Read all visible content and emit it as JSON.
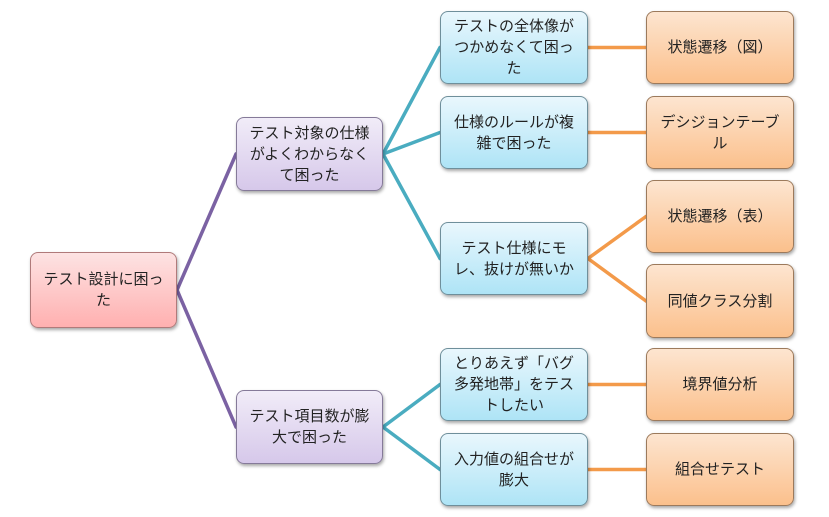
{
  "colors": {
    "root_fill": "#ffc0c0",
    "level1_fill": "#ddd0ee",
    "level2_fill": "#b8e8f8",
    "level3_fill": "#fbc896",
    "link_level1": "#7b62a3",
    "link_level2": "#4aacc0",
    "link_level3": "#f39a4a"
  },
  "tree": {
    "root": {
      "label": "テスト設計に困った"
    },
    "level1": [
      {
        "id": "m1",
        "label": "テスト対象の仕様がよくわからなくて困った"
      },
      {
        "id": "m2",
        "label": "テスト項目数が膨大で困った"
      }
    ],
    "level2": [
      {
        "id": "b1",
        "parent": "m1",
        "label": "テストの全体像がつかめなくて困った"
      },
      {
        "id": "b2",
        "parent": "m1",
        "label": "仕様のルールが複雑で困った"
      },
      {
        "id": "b3",
        "parent": "m1",
        "label": "テスト仕様にモレ、抜けが無いか"
      },
      {
        "id": "b4",
        "parent": "m2",
        "label": "とりあえず「バグ多発地帯」をテストしたい"
      },
      {
        "id": "b5",
        "parent": "m2",
        "label": "入力値の組合せが膨大"
      }
    ],
    "level3": [
      {
        "id": "o1",
        "parent": "b1",
        "label": "状態遷移（図）"
      },
      {
        "id": "o2",
        "parent": "b2",
        "label": "デシジョンテーブル"
      },
      {
        "id": "o3",
        "parent": "b3",
        "label": "状態遷移（表）"
      },
      {
        "id": "o4",
        "parent": "b3",
        "label": "同値クラス分割"
      },
      {
        "id": "o5",
        "parent": "b4",
        "label": "境界値分析"
      },
      {
        "id": "o6",
        "parent": "b5",
        "label": "組合せテスト"
      }
    ]
  }
}
